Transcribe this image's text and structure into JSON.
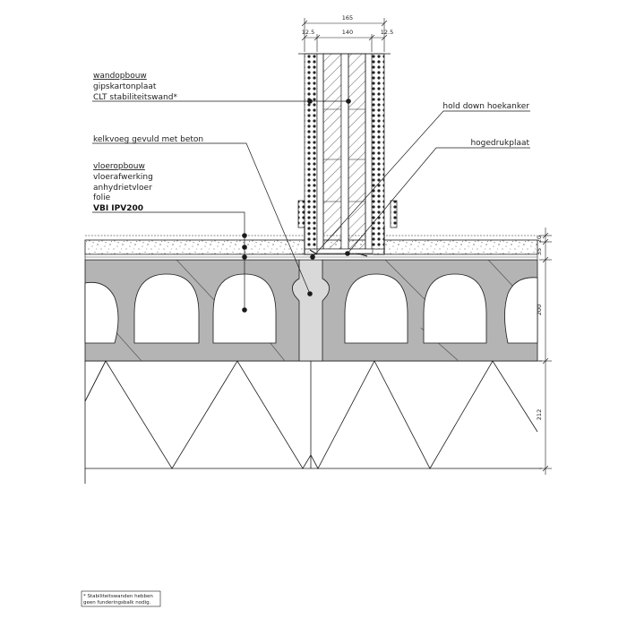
{
  "labels": {
    "wall_heading": "wandopbouw",
    "wall_layer1": "gipskartonplaat",
    "wall_layer2": "CLT stabiliteitswand*",
    "joint_fill": "kelkvoeg gevuld met beton",
    "floor_heading": "vloeropbouw",
    "floor_layer1": "vloerafwerking",
    "floor_layer2": "anhydrietvloer",
    "floor_layer3": "folie",
    "floor_layer4": "VBI IPV200",
    "hold_down": "hold down hoekanker",
    "pressure_plate": "hogedrukplaat"
  },
  "dimensions": {
    "top_total": "165",
    "top_left": "12.5",
    "top_mid": "140",
    "top_right": "12.5",
    "right_screed_a": "20",
    "right_screed_b": "35",
    "right_slab": "200",
    "right_beam": "212"
  },
  "footnote": {
    "line1": "* Stabiliteitswanden hebben",
    "line2": "geen funderingsbalk nodig."
  },
  "colors": {
    "concrete": "#b4b4b4",
    "joint": "#d9d9d9",
    "line": "#1a1a1a"
  }
}
